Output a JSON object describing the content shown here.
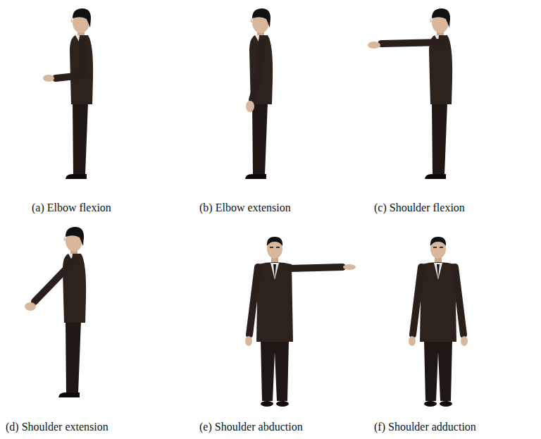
{
  "diagram": {
    "labels": [
      "(a) Elbow flexion",
      "(b) Elbow extension",
      "(c) Shoulder flexion",
      "(d) Shoulder extension",
      "(e) Shoulder abduction",
      "(f) Shoulder adduction"
    ]
  }
}
